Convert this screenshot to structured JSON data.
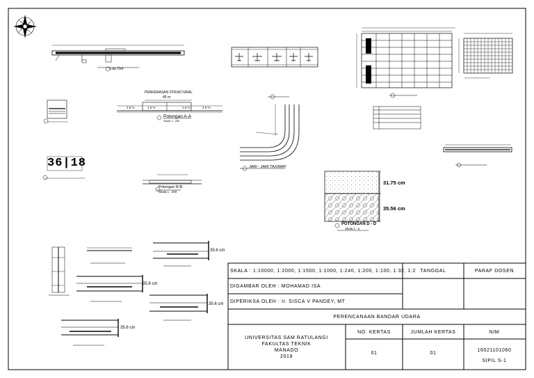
{
  "drawing": {
    "layout_title": "Lay Out",
    "pavement_title": "PERKERASAN STRUKTURAL",
    "pavement_width": "45 m",
    "slope_left_outer": "2.5 %",
    "slope_left_inner": "1.5 %",
    "slope_right_inner": "1.5 %",
    "slope_right_outer": "2.5 %",
    "section_aa_title": "Potongan A-A",
    "section_aa_scale": "Skala 1 : 200",
    "runway_marking": "36|18",
    "section_bb_title": "Potongan B-B",
    "section_bb_scale": "Skala 1 : 200",
    "taxiway_title": "JARI - JARI TAXIWAY",
    "section_dd_title": "POTONGAN D - D",
    "section_dd_scale": "Skala 1 : 2",
    "dim_top": "31.75 cm",
    "dim_bottom": "35.56 cm",
    "dim_detail_1": "35.6 cm",
    "dim_detail_2": "35.6 cm",
    "dim_detail_3": "35.6 cm",
    "dim_detail_4": "35.6 cm"
  },
  "title_block": {
    "scale_label": "SKALA : 1:10000, 1:2000, 1:1500, 1:1000, 1:240, 1:200, 1:100, 1:32, 1:2",
    "drawn_by": "DIGAMBAR OLEH : MOHAMAD ISA",
    "checked_by": "DIPERIKSA OLEH : Ir. SISCA V PANDEY, MT",
    "date_header": "TANGGAL",
    "paraf_header": "PARAF DOSEN",
    "project_title": "PERENCANAAN BANDAR UDARA",
    "university": "UNIVERSITAS SAM RATULANGI",
    "faculty": "FAKULTAS TEKNIK",
    "city": "MANADO",
    "year": "2019",
    "sheet_no_header": "NO. KERTAS",
    "sheet_count_header": "JUMLAH KERTAS",
    "nim_header": "NIM",
    "sheet_no": "01",
    "sheet_count": "01",
    "nim": "16021101060",
    "program": "SIPIL S-1"
  }
}
